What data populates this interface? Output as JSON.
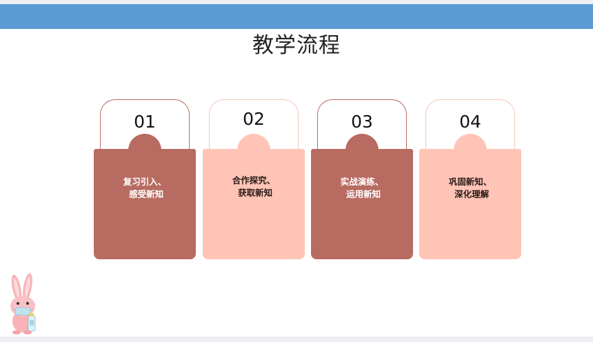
{
  "slide": {
    "title": "教学流程",
    "colors": {
      "banner": "#5b9bd5",
      "dark": "#b86b61",
      "light": "#ffc4b6",
      "dark_border": "#b86b61",
      "light_border": "#f4c7bc"
    }
  },
  "steps": [
    {
      "number": "01",
      "label": "复习引入、\n 感受新知",
      "style": "dark"
    },
    {
      "number": "02",
      "label": "合作探究、\n 获取新知",
      "style": "light"
    },
    {
      "number": "03",
      "label": "实战演练、\n 运用新知",
      "style": "dark"
    },
    {
      "number": "04",
      "label": "巩固新知、\n 深化理解",
      "style": "light"
    }
  ],
  "mascot": {
    "icon": "rabbit-with-mask-icon"
  }
}
